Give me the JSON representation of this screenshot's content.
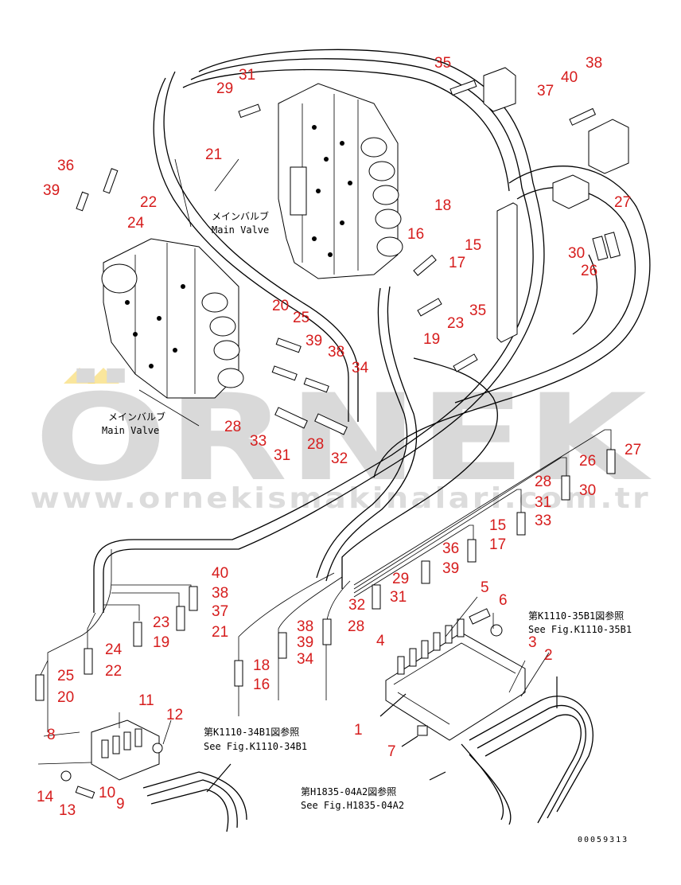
{
  "watermark": {
    "brand": "ÖRNEK",
    "url": "www.ornekismakinalari.com.tr"
  },
  "labels": {
    "main_valve_jp": "メインバルブ",
    "main_valve_en": "Main Valve",
    "ref_k1110_35b1_jp": "第K1110-35B1図参照",
    "ref_k1110_35b1_en": "See Fig.K1110-35B1",
    "ref_k1110_34b1_jp": "第K1110-34B1図参照",
    "ref_k1110_34b1_en": "See Fig.K1110-34B1",
    "ref_h1835_04a2_jp": "第H1835-04A2図参照",
    "ref_h1835_04a2_en": "See Fig.H1835-04A2",
    "drawing_number": "00059313"
  },
  "callouts": [
    "35",
    "38",
    "40",
    "37",
    "31",
    "29",
    "21",
    "36",
    "39",
    "22",
    "24",
    "18",
    "16",
    "15",
    "17",
    "27",
    "30",
    "26",
    "20",
    "25",
    "39",
    "38",
    "34",
    "23",
    "19",
    "35",
    "28",
    "33",
    "31",
    "28",
    "32",
    "27",
    "26",
    "28",
    "30",
    "31",
    "15",
    "33",
    "17",
    "36",
    "29",
    "39",
    "5",
    "6",
    "32",
    "31",
    "40",
    "38",
    "37",
    "21",
    "23",
    "19",
    "24",
    "22",
    "25",
    "20",
    "38",
    "39",
    "34",
    "28",
    "18",
    "16",
    "4",
    "3",
    "2",
    "1",
    "7",
    "11",
    "12",
    "8",
    "14",
    "13",
    "10",
    "9"
  ]
}
